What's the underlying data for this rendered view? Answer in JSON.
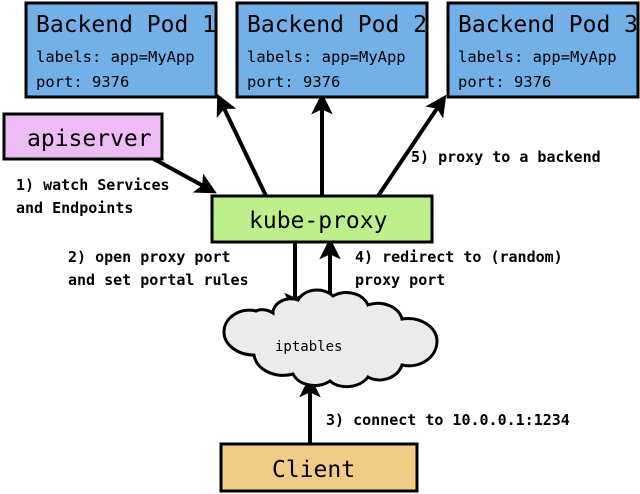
{
  "diagram": {
    "title": "Kubernetes kube-proxy userspace proxy mode flow",
    "colors": {
      "pod_fill": "#74b0e8",
      "apiserver_fill": "#eebcf5",
      "kubeproxy_fill": "#bdf08a",
      "iptables_fill": "#ebebeb",
      "client_fill": "#f0cc86",
      "stroke": "#000000",
      "background": "#ffffff"
    },
    "nodes": {
      "pod1": {
        "title": "Backend Pod 1",
        "labels_line": "labels: app=MyApp",
        "port_line": "port: 9376"
      },
      "pod2": {
        "title": "Backend Pod 2",
        "labels_line": "labels: app=MyApp",
        "port_line": "port: 9376"
      },
      "pod3": {
        "title": "Backend Pod 3",
        "labels_line": "labels: app=MyApp",
        "port_line": "port: 9376"
      },
      "apiserver": {
        "title": "apiserver"
      },
      "kubeproxy": {
        "title": "kube-proxy"
      },
      "iptables": {
        "title": "iptables"
      },
      "client": {
        "title": "Client"
      }
    },
    "edges": [
      {
        "id": "step1",
        "from": "apiserver",
        "to": "kubeproxy",
        "line1": "1) watch Services",
        "line2": "and Endpoints"
      },
      {
        "id": "step2",
        "from": "kubeproxy",
        "to": "iptables",
        "line1": "2) open proxy port",
        "line2": "and set portal rules"
      },
      {
        "id": "step3",
        "from": "client",
        "to": "iptables",
        "line1": "3) connect to 10.0.0.1:1234",
        "line2": ""
      },
      {
        "id": "step4",
        "from": "iptables",
        "to": "kubeproxy",
        "line1": "4) redirect to (random)",
        "line2": "proxy port"
      },
      {
        "id": "step5",
        "from": "kubeproxy",
        "to": "pod3",
        "line1": "5) proxy to a backend",
        "line2": ""
      }
    ]
  }
}
